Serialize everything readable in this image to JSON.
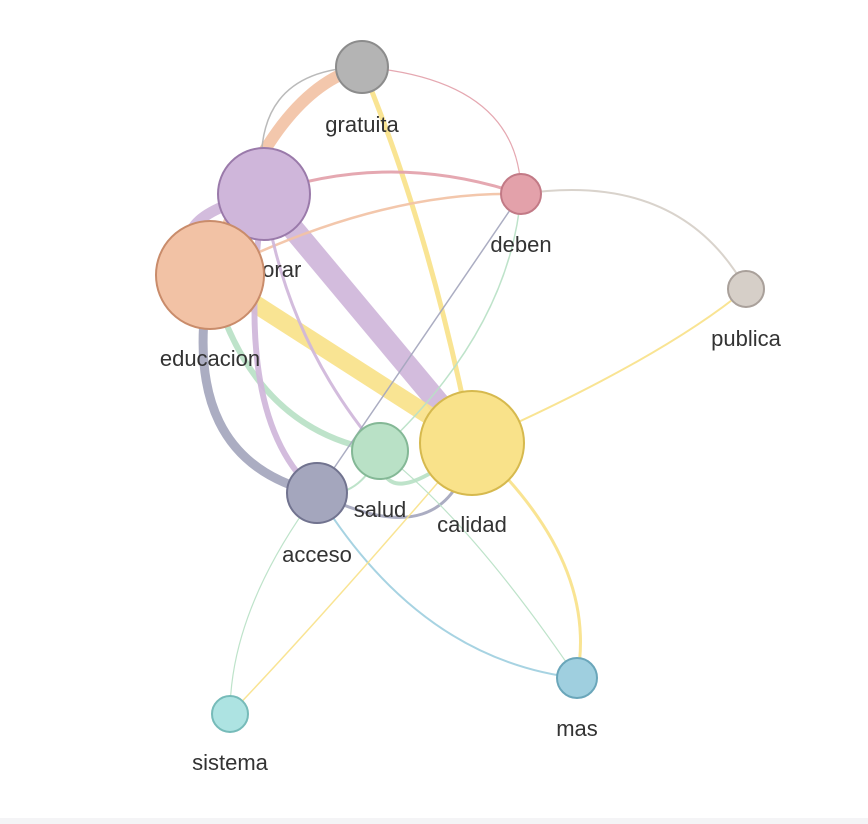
{
  "graph": {
    "nodes": [
      {
        "id": "gratuita",
        "label": "gratuita",
        "color": "#b4b4b4",
        "stroke": "#8c8c8c"
      },
      {
        "id": "mejorar",
        "label": "mejorar",
        "color": "#cfb6da",
        "stroke": "#9a7aaa"
      },
      {
        "id": "deben",
        "label": "deben",
        "color": "#e3a1aa",
        "stroke": "#c27a86"
      },
      {
        "id": "educacion",
        "label": "educacion",
        "color": "#f2c2a5",
        "stroke": "#c98c6b"
      },
      {
        "id": "publica",
        "label": "publica",
        "color": "#d6cfc8",
        "stroke": "#a9a09a"
      },
      {
        "id": "calidad",
        "label": "calidad",
        "color": "#f9e28a",
        "stroke": "#d6b94e"
      },
      {
        "id": "salud",
        "label": "salud",
        "color": "#b9e1c6",
        "stroke": "#84b896"
      },
      {
        "id": "acceso",
        "label": "acceso",
        "color": "#a4a6bd",
        "stroke": "#71738f"
      },
      {
        "id": "sistema",
        "label": "sistema",
        "color": "#ade3e2",
        "stroke": "#76bbb9"
      },
      {
        "id": "mas",
        "label": "mas",
        "color": "#9fcfdf",
        "stroke": "#6aa6ba"
      }
    ],
    "edges": [
      {
        "source": "mejorar",
        "target": "calidad",
        "color": "#cfb6da",
        "weight": 22
      },
      {
        "source": "educacion",
        "target": "calidad",
        "color": "#f9e28a",
        "weight": 18
      },
      {
        "source": "educacion",
        "target": "gratuita",
        "color": "#f2c2a5",
        "weight": 12
      },
      {
        "source": "mejorar",
        "target": "educacion",
        "color": "#cfb6da",
        "weight": 11
      },
      {
        "source": "educacion",
        "target": "acceso",
        "color": "#a4a6bd",
        "weight": 9
      },
      {
        "source": "educacion",
        "target": "salud",
        "color": "#b9e1c6",
        "weight": 6
      },
      {
        "source": "mejorar",
        "target": "acceso",
        "color": "#cfb6da",
        "weight": 6
      },
      {
        "source": "gratuita",
        "target": "calidad",
        "color": "#f9e28a",
        "weight": 5
      },
      {
        "source": "salud",
        "target": "calidad",
        "color": "#b9e1c6",
        "weight": 4
      },
      {
        "source": "acceso",
        "target": "calidad",
        "color": "#a4a6bd",
        "weight": 3
      },
      {
        "source": "mejorar",
        "target": "deben",
        "color": "#e3a1aa",
        "weight": 3
      },
      {
        "source": "educacion",
        "target": "deben",
        "color": "#f2c2a5",
        "weight": 2.5
      },
      {
        "source": "mejorar",
        "target": "salud",
        "color": "#cfb6da",
        "weight": 3
      },
      {
        "source": "calidad",
        "target": "mas",
        "color": "#f9e28a",
        "weight": 3
      },
      {
        "source": "acceso",
        "target": "mas",
        "color": "#9fcfdf",
        "weight": 2
      },
      {
        "source": "deben",
        "target": "acceso",
        "color": "#a4a6bd",
        "weight": 1.5
      },
      {
        "source": "deben",
        "target": "salud",
        "color": "#b9e1c6",
        "weight": 1.5
      },
      {
        "source": "mejorar",
        "target": "gratuita",
        "color": "#b4b4b4",
        "weight": 1.5
      },
      {
        "source": "gratuita",
        "target": "deben",
        "color": "#e3a1aa",
        "weight": 1.2
      },
      {
        "source": "deben",
        "target": "publica",
        "color": "#d6cfc8",
        "weight": 2
      },
      {
        "source": "calidad",
        "target": "publica",
        "color": "#f9e28a",
        "weight": 2
      },
      {
        "source": "calidad",
        "target": "sistema",
        "color": "#f9e28a",
        "weight": 1.5
      },
      {
        "source": "acceso",
        "target": "sistema",
        "color": "#b9e1c6",
        "weight": 1.2
      },
      {
        "source": "salud",
        "target": "mas",
        "color": "#b9e1c6",
        "weight": 1.2
      },
      {
        "source": "acceso",
        "target": "salud",
        "color": "#b9e1c6",
        "weight": 2
      }
    ]
  }
}
